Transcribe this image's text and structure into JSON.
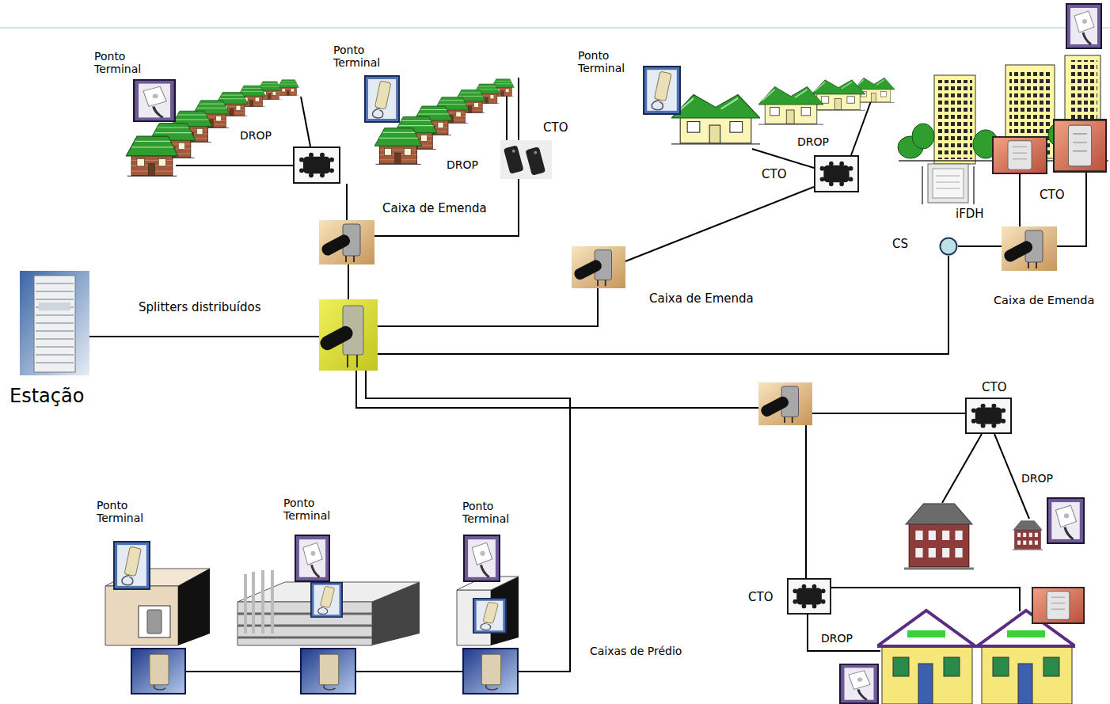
{
  "diagram": {
    "nodes": [
      {
        "text": [
          "Estação"
        ]
      },
      {
        "text": [
          "Splitters distribuídos"
        ]
      },
      {
        "text": [
          "Caixa de Emenda"
        ]
      },
      {
        "text": [
          "CTO"
        ]
      },
      {
        "text": [
          "Caixa de Emenda"
        ]
      },
      {
        "text": [
          "CTO"
        ]
      },
      {
        "text": [
          "iFDH"
        ]
      },
      {
        "text": [
          "CS"
        ]
      },
      {
        "text": [
          "Caixa de Emenda"
        ]
      },
      {
        "text": [
          "CTO"
        ]
      },
      {
        "text": [
          "CTO"
        ]
      }
    ],
    "edges": [
      {
        "from": 0,
        "to": 1,
        "arrow": "none"
      },
      {
        "from": 1,
        "to": 2,
        "arrow": "none"
      },
      {
        "from": 2,
        "to": 3,
        "arrow": "none"
      },
      {
        "from": 1,
        "to": 4,
        "arrow": "none"
      },
      {
        "from": 4,
        "to": 5,
        "arrow": "none"
      },
      {
        "from": 1,
        "to": 7,
        "arrow": "none"
      },
      {
        "from": 7,
        "to": 8,
        "arrow": "none"
      }
    ],
    "labels": [
      "Ponto Terminal",
      "DROP",
      "Ponto Terminal",
      "DROP",
      "Ponto Terminal",
      "DROP",
      "CTO",
      "DROP",
      "Ponto Terminal",
      "Ponto Terminal",
      "Ponto Terminal",
      "Caixas de Prédio",
      "DROP"
    ]
  }
}
